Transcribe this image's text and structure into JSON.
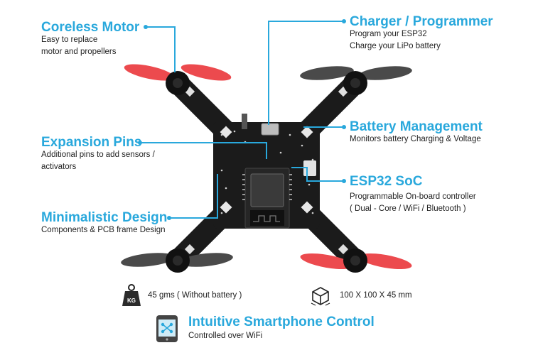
{
  "callouts": {
    "coreless_motor": {
      "title": "Coreless Motor",
      "lines": [
        "Easy to replace",
        "motor and propellers"
      ]
    },
    "charger": {
      "title": "Charger / Programmer",
      "lines": [
        "Program your  ESP32",
        "Charge your LiPo battery"
      ]
    },
    "expansion_pins": {
      "title": "Expansion Pins",
      "lines": [
        "Additional pins to add sensors /",
        "activators"
      ]
    },
    "battery_management": {
      "title": "Battery Management",
      "lines": [
        "Monitors battery Charging & Voltage"
      ]
    },
    "esp32": {
      "title": "ESP32 SoC",
      "lines": [
        "Programmable On-board controller",
        "( Dual - Core / WiFi / Bluetooth )"
      ]
    },
    "minimalistic": {
      "title": "Minimalistic Design",
      "lines": [
        "Components & PCB frame Design"
      ]
    }
  },
  "specs": {
    "weight": "45 gms ( Without battery )",
    "dimensions": "100 X 100 X 45 mm"
  },
  "control": {
    "title": "Intuitive Smartphone Control",
    "subtitle": "Controlled over WiFi"
  },
  "icons": [
    "weight-icon",
    "box-3d-icon",
    "smartphone-drone-icon"
  ],
  "colors": {
    "accent": "#29a8dc",
    "pcb": "#1b1b1b",
    "propeller_red": "#ec4a4e",
    "propeller_grey": "#4a4a4a"
  }
}
